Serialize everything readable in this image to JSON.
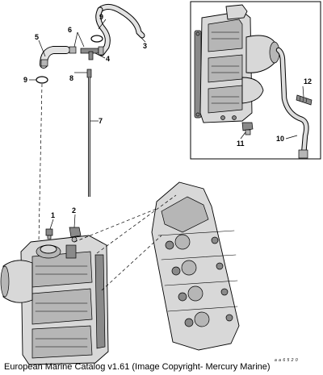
{
  "callouts": {
    "c1": "1",
    "c2": "2",
    "c3": "3",
    "c4": "4",
    "c5": "5",
    "c6": "6",
    "c7": "7",
    "c8": "8",
    "c9a": "9",
    "c9b": "9",
    "c10": "10",
    "c11": "11",
    "c12": "12"
  },
  "art_code": "a a 6 5 2 0",
  "caption": "European Marine Catalog v1.61 (Image Copyright- Mercury Marine)"
}
